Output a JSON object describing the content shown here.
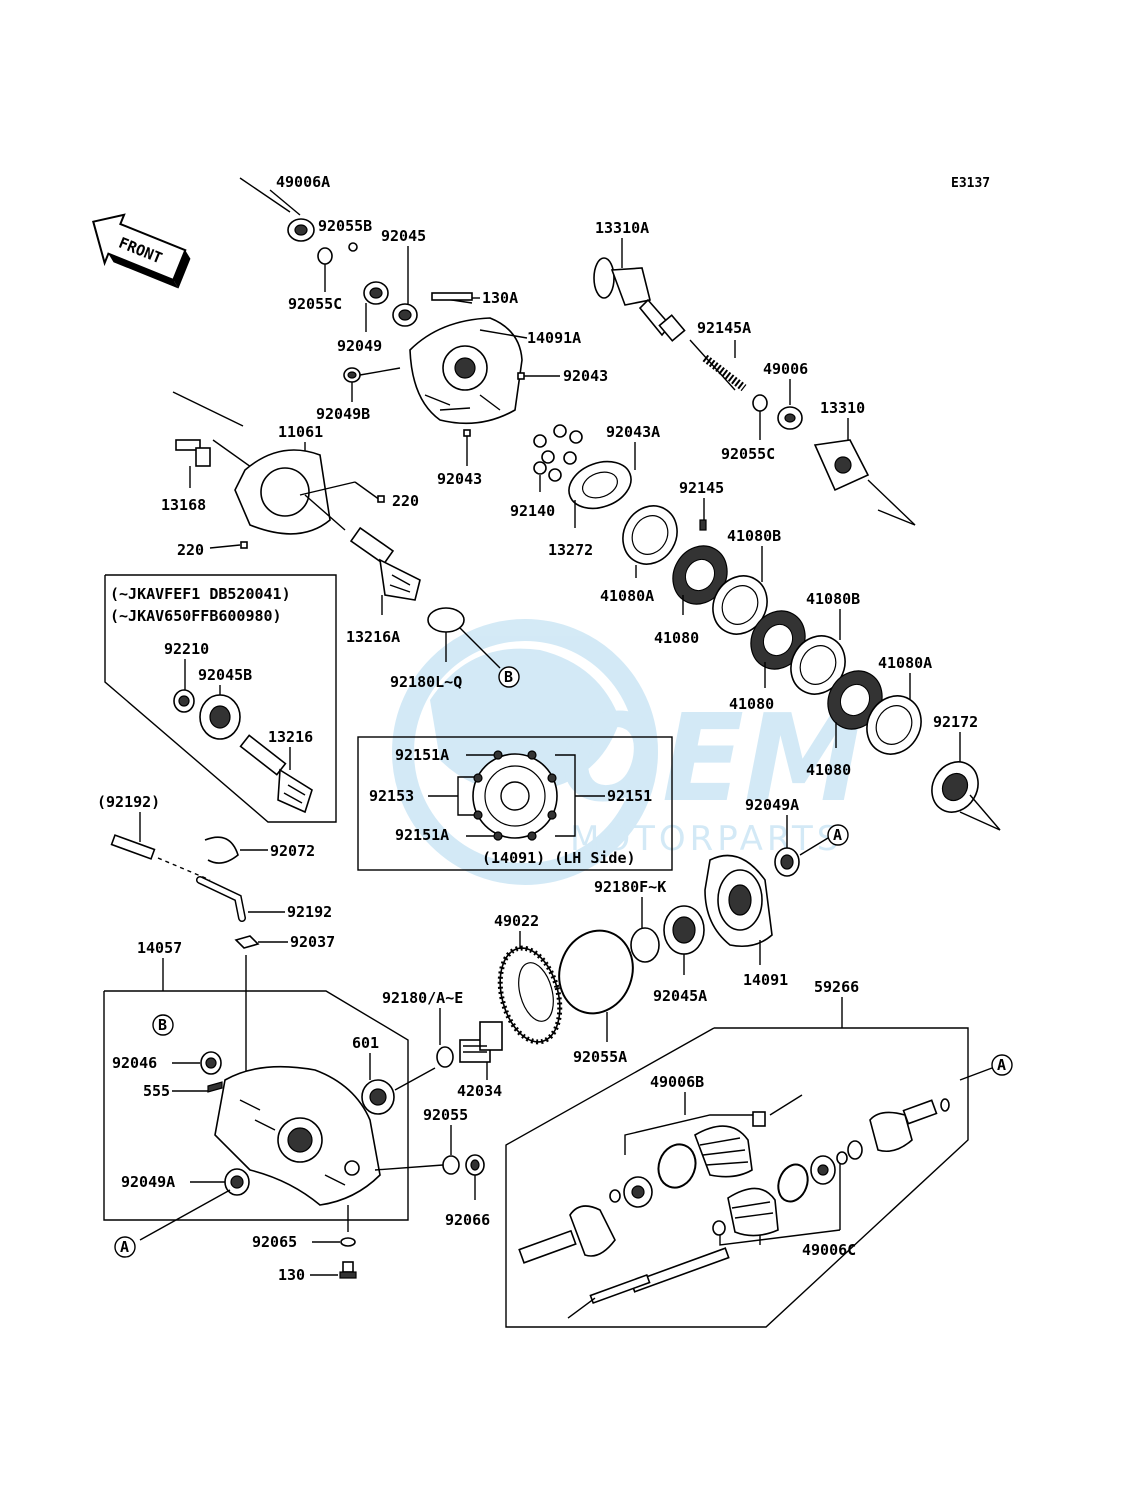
{
  "diagram_code": "E3137",
  "front_arrow_label": "FRONT",
  "watermark": {
    "brand": "OEM",
    "sub": "MOTORPARTS"
  },
  "inset_box": {
    "line1": "(~JKAVFEF1 DB520041)",
    "line2": "(~JKAV650FFB600980)"
  },
  "lh_side_box": {
    "caption": "(14091)  (LH Side)"
  },
  "ref_markers": {
    "a": "A",
    "b": "B"
  },
  "labels": {
    "p49006A": "49006A",
    "p92055B": "92055B",
    "p92055C_top": "92055C",
    "p92045": "92045",
    "p130A": "130A",
    "p92049": "92049",
    "p14091A": "14091A",
    "p92043_a": "92043",
    "p92049B": "92049B",
    "p92043_b": "92043",
    "p11061": "11061",
    "p220_a": "220",
    "p13168": "13168",
    "p220_b": "220",
    "p13216A": "13216A",
    "p92180LQ": "92180L~Q",
    "p13310A": "13310A",
    "p92145A": "92145A",
    "p49006": "49006",
    "p13310": "13310",
    "p92055C": "92055C",
    "p92043A": "92043A",
    "p92145": "92145",
    "p92140": "92140",
    "p13272": "13272",
    "p41080B_a": "41080B",
    "p41080A_a": "41080A",
    "p41080_a": "41080",
    "p41080B_b": "41080B",
    "p41080_b": "41080",
    "p41080A_b": "41080A",
    "p41080_c": "41080",
    "p92172": "92172",
    "p92210": "92210",
    "p92045B": "92045B",
    "p13216": "13216",
    "p92151A_top": "92151A",
    "p92153": "92153",
    "p92151": "92151",
    "p92151A_bot": "92151A",
    "p92192_paren": "(92192)",
    "p92072": "92072",
    "p92192": "92192",
    "p92037": "92037",
    "p14057": "14057",
    "p92049A_right": "92049A",
    "p92180FK": "92180F~K",
    "p14091": "14091",
    "p92045A": "92045A",
    "p49022": "49022",
    "p92180AE": "92180/A~E",
    "p92055A": "92055A",
    "p601": "601",
    "p42034": "42034",
    "p92046": "92046",
    "p555": "555",
    "p92055": "92055",
    "p92066": "92066",
    "p92049A_left": "92049A",
    "p92065": "92065",
    "p130": "130",
    "p59266": "59266",
    "p49006B": "49006B",
    "p49006C": "49006C"
  }
}
